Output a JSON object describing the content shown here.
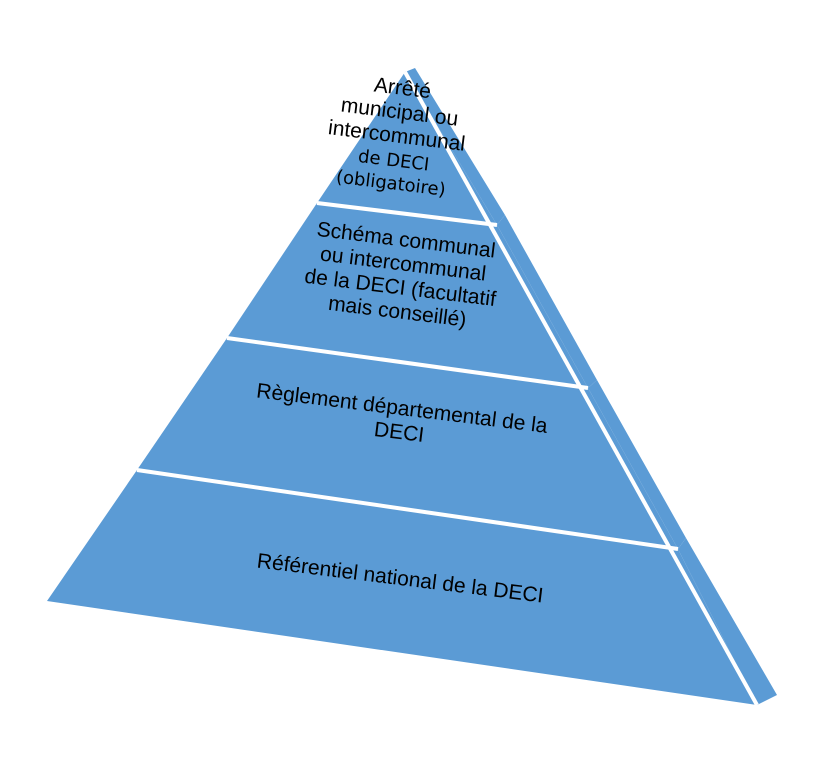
{
  "colors": {
    "face": "#5b9bd5",
    "side": "#5b9bd5",
    "separator": "#ffffff",
    "text": "#000000"
  },
  "tiers": [
    {
      "name": "arrete",
      "lines": [
        "Arrêté",
        "municipal ou",
        "intercommunal",
        "de DECI",
        "(obligatoire)"
      ]
    },
    {
      "name": "schema",
      "lines": [
        "Schéma communal",
        "ou intercommunal",
        "de la DECI (facultatif",
        "mais conseillé)"
      ]
    },
    {
      "name": "reglement",
      "lines": [
        "Règlement départemental de la",
        "DECI"
      ]
    },
    {
      "name": "referentiel",
      "lines": [
        "Référentiel national de la DECI"
      ]
    }
  ]
}
